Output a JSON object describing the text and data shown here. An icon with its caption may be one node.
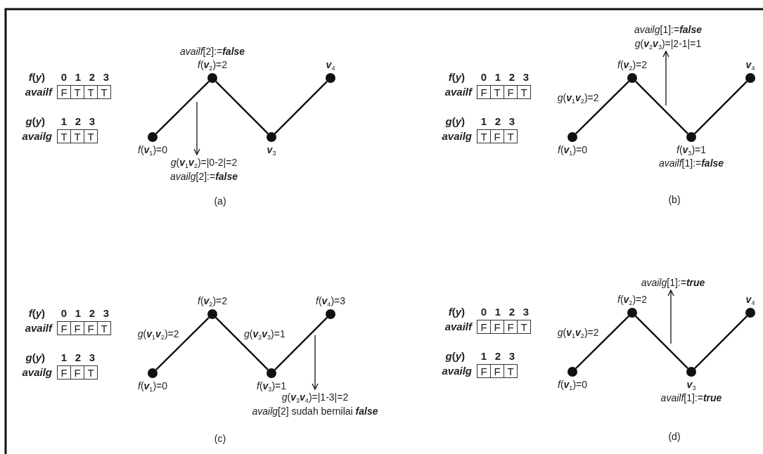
{
  "diagram": {
    "nodes": [
      {
        "text": [],
        "shape": "circle",
        "beside": [
          "*f*(**v**$_{1}$)=0"
        ]
      },
      {
        "text": [],
        "shape": "circle",
        "beside": [
          "*availf*[2]:=**false**",
          "*f*(**v**$_{2}$)=2"
        ]
      },
      {
        "text": [],
        "shape": "circle",
        "beside": [
          "**v**$_{3}$"
        ]
      },
      {
        "text": [],
        "shape": "circle",
        "beside": [
          "**v**$_{4}$"
        ]
      },
      {
        "text": [
          "*g*(**v**$_{1}$**v**$_{2}$)=|0-2|=2",
          "*availg*[2]:=**false**"
        ]
      },
      {
        "text": [],
        "shape": "circle",
        "beside": [
          "*f*(**v**$_{1}$)=0"
        ]
      },
      {
        "text": [],
        "shape": "circle",
        "beside": [
          "*f*(**v**$_{2}$)=2"
        ]
      },
      {
        "text": [],
        "shape": "circle",
        "beside": [
          "*f*(**v**$_{3}$)=1",
          "*availf*[1]:=**false**"
        ]
      },
      {
        "text": [],
        "shape": "circle",
        "beside": [
          "**v**$_{4}$"
        ]
      },
      {
        "text": [
          "*availg*[1]:=**false**",
          "*g*(**v**$_{2}$**v**$_{3}$)=|2-1|=1"
        ]
      },
      {
        "text": [],
        "shape": "circle",
        "beside": [
          "*f*(**v**$_{1}$)=0"
        ]
      },
      {
        "text": [],
        "shape": "circle",
        "beside": [
          "*f*(**v**$_{2}$)=2"
        ]
      },
      {
        "text": [],
        "shape": "circle",
        "beside": [
          "*f*(**v**$_{3}$)=1"
        ]
      },
      {
        "text": [],
        "shape": "circle",
        "beside": [
          "*f*(**v**$_{4}$)=3"
        ]
      },
      {
        "text": [
          "*g*(**v**$_{3}$**v**$_{4}$)=|1-3|=2",
          "*availg*[2] sudah bernilai **false**"
        ]
      },
      {
        "text": [],
        "shape": "circle",
        "beside": [
          "*f*(**v**$_{1}$)=0"
        ]
      },
      {
        "text": [],
        "shape": "circle",
        "beside": [
          "*f*(**v**$_{2}$)=2"
        ]
      },
      {
        "text": [],
        "shape": "circle",
        "beside": [
          "**v**$_{3}$",
          "*availf*[1]:=**true**"
        ]
      },
      {
        "text": [],
        "shape": "circle",
        "beside": [
          "**v**$_{4}$"
        ]
      },
      {
        "text": [
          "*availg*[1]:=**true**"
        ]
      }
    ],
    "edges": [
      {
        "from": 0,
        "to": 1,
        "arrow": "none"
      },
      {
        "from": 1,
        "to": 2,
        "arrow": "none"
      },
      {
        "from": 2,
        "to": 3,
        "arrow": "none"
      },
      {
        "from": null,
        "to": 4,
        "arrow": "to"
      },
      {
        "from": 5,
        "to": 6,
        "arrow": "none",
        "label": "*g*(**v**$_{1}$**v**$_{2}$)=2"
      },
      {
        "from": 6,
        "to": 7,
        "arrow": "none"
      },
      {
        "from": 7,
        "to": 8,
        "arrow": "none"
      },
      {
        "from": null,
        "to": 9,
        "arrow": "to"
      },
      {
        "from": 10,
        "to": 11,
        "arrow": "none",
        "label": "*g*(**v**$_{1}$**v**$_{2}$)=2"
      },
      {
        "from": 11,
        "to": 12,
        "arrow": "none",
        "label": "*g*(**v**$_{2}$**v**$_{3}$)=1"
      },
      {
        "from": 12,
        "to": 13,
        "arrow": "none"
      },
      {
        "from": null,
        "to": 14,
        "arrow": "to"
      },
      {
        "from": 15,
        "to": 16,
        "arrow": "none",
        "label": "*g*(**v**$_{1}$**v**$_{2}$)=2"
      },
      {
        "from": 16,
        "to": 17,
        "arrow": "none"
      },
      {
        "from": 17,
        "to": 18,
        "arrow": "none"
      },
      {
        "from": null,
        "to": 19,
        "arrow": "to"
      }
    ],
    "labels": [
      "*f*(*y*)",
      "0",
      "1",
      "2",
      "3",
      "availf",
      "F",
      "T",
      "T",
      "T",
      "*g*(*y*)",
      "1",
      "2",
      "3",
      "availg",
      "T",
      "T",
      "T",
      "(a)",
      "*f*(*y*)",
      "0",
      "1",
      "2",
      "3",
      "availf",
      "F",
      "T",
      "F",
      "T",
      "*g*(*y*)",
      "1",
      "2",
      "3",
      "availg",
      "T",
      "F",
      "T",
      "(b)",
      "*f*(*y*)",
      "0",
      "1",
      "2",
      "3",
      "availf",
      "F",
      "F",
      "F",
      "T",
      "*g*(*y*)",
      "1",
      "2",
      "3",
      "availg",
      "F",
      "F",
      "T",
      "(c)",
      "*f*(*y*)",
      "0",
      "1",
      "2",
      "3",
      "availf",
      "F",
      "F",
      "F",
      "T",
      "*g*(*y*)",
      "1",
      "2",
      "3",
      "availg",
      "F",
      "F",
      "T",
      "(d)"
    ]
  }
}
